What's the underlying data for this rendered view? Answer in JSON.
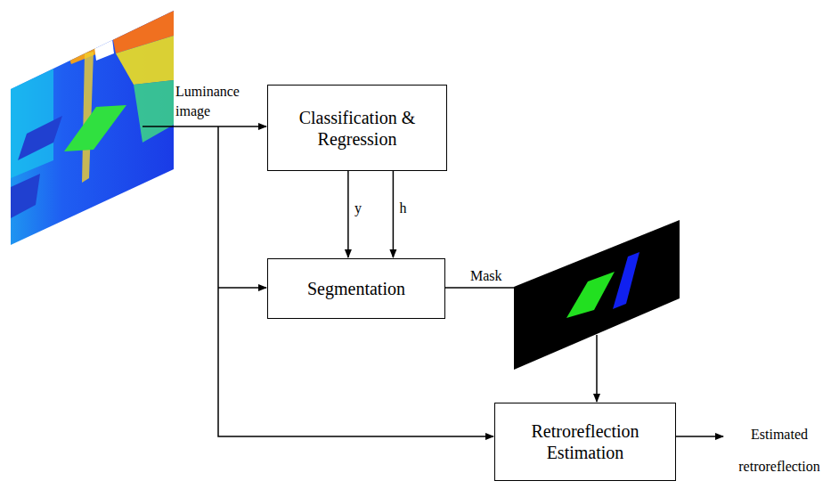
{
  "diagram": {
    "nodes": [
      {
        "text": [
          "Classification & Regression"
        ]
      },
      {
        "text": [
          "Segmentation"
        ]
      },
      {
        "text": [
          "Retroreflection Estimation"
        ]
      }
    ],
    "edges": [
      {
        "from": 0,
        "to": 1,
        "arrow": "to",
        "label": "y"
      },
      {
        "from": 0,
        "to": 1,
        "arrow": "to",
        "label": "h"
      }
    ],
    "labels": [
      "Luminance image",
      "Mask",
      "Estimated retroreflection"
    ]
  }
}
